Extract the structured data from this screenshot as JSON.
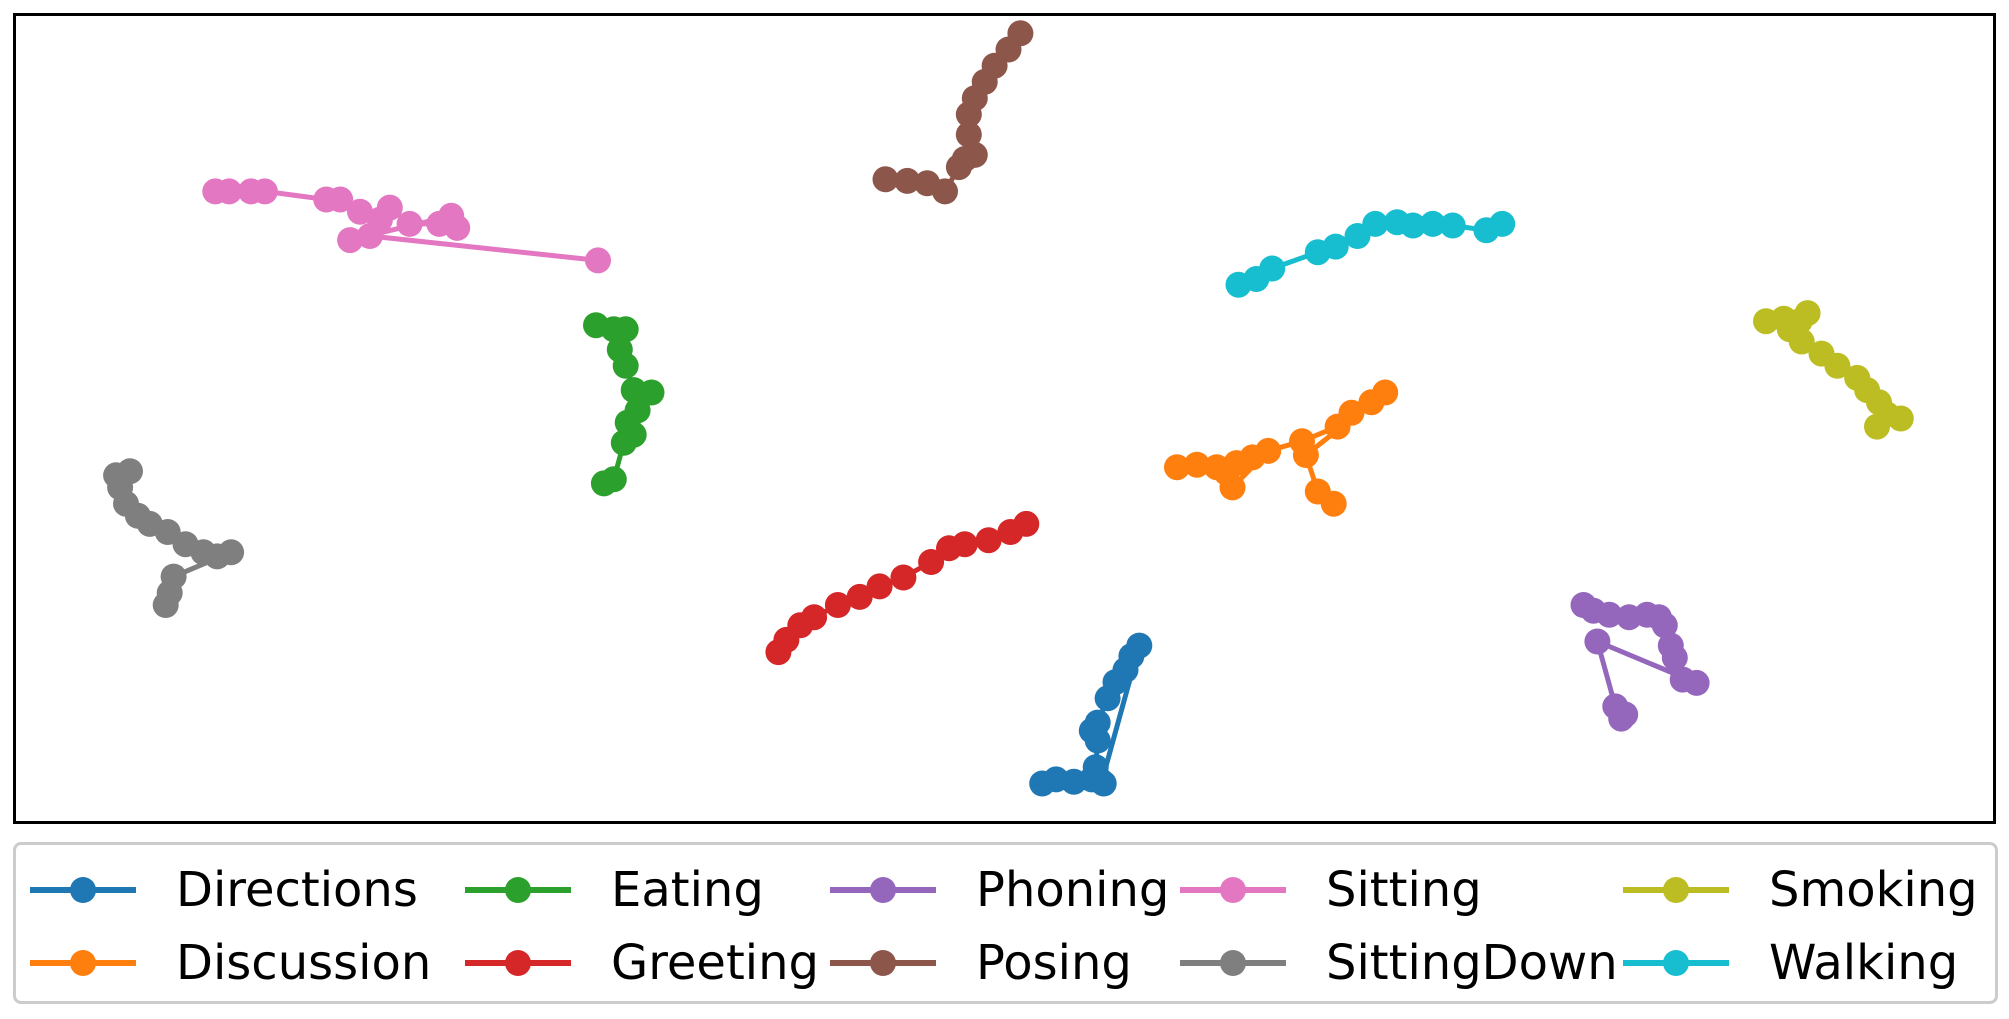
{
  "chart_data": {
    "type": "line",
    "xlabel": "",
    "ylabel": "",
    "xlim": [
      0,
      100
    ],
    "ylim": [
      0,
      100
    ],
    "grid": false,
    "axis_ticks": false,
    "markers": "circle",
    "legend_placement": "bottom",
    "legend_columns": 5,
    "series": [
      {
        "name": "Directions",
        "color": "#1f77b4",
        "x": [
          51.9,
          52.6,
          53.5,
          54.4,
          54.6,
          54.7,
          54.4,
          54.7,
          55.2,
          55.6,
          56.1,
          56.4,
          56.8,
          54.9,
          55.0
        ],
        "y": [
          5.0,
          5.5,
          5.2,
          5.5,
          7.0,
          10.3,
          11.5,
          12.5,
          15.5,
          17.5,
          19.0,
          20.7,
          22.0,
          5.2,
          5.0
        ]
      },
      {
        "name": "Discussion",
        "color": "#ff7f0e",
        "x": [
          58.7,
          59.7,
          60.7,
          61.7,
          62.5,
          61.2,
          61.5,
          63.3,
          65.0,
          66.8,
          67.5,
          68.5,
          69.2,
          65.2,
          65.8,
          66.6
        ],
        "y": [
          44.0,
          44.3,
          44.0,
          44.5,
          45.2,
          43.3,
          41.5,
          46.0,
          47.2,
          49.0,
          50.7,
          52.0,
          53.2,
          45.5,
          41.0,
          39.5
        ]
      },
      {
        "name": "Eating",
        "color": "#2ca02c",
        "x": [
          29.4,
          30.3,
          30.9,
          30.6,
          30.9,
          31.3,
          32.2,
          31.5,
          31.0,
          31.3,
          30.8,
          30.3,
          29.8
        ],
        "y": [
          61.5,
          61.0,
          61.0,
          58.5,
          56.5,
          53.5,
          53.2,
          51.0,
          49.5,
          48.0,
          47.0,
          42.5,
          42.0
        ]
      },
      {
        "name": "Greeting",
        "color": "#d62728",
        "x": [
          38.6,
          39.0,
          39.7,
          40.4,
          41.6,
          42.7,
          43.7,
          44.9,
          46.3,
          47.2,
          48.0,
          49.2,
          50.3,
          51.1
        ],
        "y": [
          21.2,
          22.7,
          24.5,
          25.5,
          27.0,
          28.0,
          29.3,
          30.4,
          32.3,
          34.0,
          34.5,
          35.0,
          36.0,
          37.0
        ]
      },
      {
        "name": "Phoning",
        "color": "#9467bd",
        "x": [
          79.2,
          79.7,
          80.5,
          81.5,
          82.4,
          83.0,
          83.3,
          83.6,
          83.8,
          84.2,
          84.9,
          79.9,
          80.8,
          81.1,
          81.3
        ],
        "y": [
          27.0,
          26.3,
          25.8,
          25.5,
          25.8,
          25.5,
          24.5,
          22.0,
          20.5,
          17.8,
          17.4,
          22.5,
          14.5,
          13.0,
          13.5
        ]
      },
      {
        "name": "Posing",
        "color": "#8c564b",
        "x": [
          44.0,
          45.1,
          46.1,
          47.0,
          47.7,
          48.0,
          48.5,
          48.2,
          48.2,
          48.5,
          49.0,
          49.5,
          50.2,
          50.8
        ],
        "y": [
          79.5,
          79.3,
          79.0,
          78.0,
          81.0,
          82.0,
          82.5,
          85.0,
          87.5,
          89.5,
          91.5,
          93.5,
          95.5,
          97.5
        ]
      },
      {
        "name": "Sitting",
        "color": "#e377c2",
        "x": [
          10.2,
          10.9,
          12.0,
          12.7,
          15.8,
          16.5,
          17.5,
          18.5,
          19.0,
          20.0,
          21.5,
          22.4,
          22.1,
          17.0,
          18.0,
          29.5
        ],
        "y": [
          78.0,
          78.0,
          78.0,
          78.0,
          77.0,
          77.0,
          75.5,
          74.5,
          76.0,
          74.0,
          74.0,
          73.5,
          75.0,
          72.0,
          72.5,
          69.5
        ]
      },
      {
        "name": "SittingDown",
        "color": "#7f7f7f",
        "x": [
          5.2,
          5.9,
          5.4,
          5.7,
          6.3,
          6.9,
          7.8,
          8.7,
          9.6,
          10.3,
          11.0,
          8.1,
          7.9,
          7.7
        ],
        "y": [
          43.0,
          43.5,
          41.5,
          39.5,
          38.0,
          37.0,
          36.0,
          34.5,
          33.5,
          33.0,
          33.5,
          30.5,
          28.5,
          27.0
        ]
      },
      {
        "name": "Smoking",
        "color": "#bcbd22",
        "x": [
          88.4,
          89.3,
          90.1,
          90.5,
          89.6,
          90.2,
          91.2,
          92.0,
          93.0,
          93.5,
          94.1,
          94.5,
          95.2,
          94.0
        ],
        "y": [
          62.0,
          62.3,
          62.0,
          63.0,
          61.0,
          59.5,
          58.0,
          56.5,
          55.0,
          53.5,
          52.0,
          50.5,
          50.0,
          49.0
        ]
      },
      {
        "name": "Walking",
        "color": "#17becf",
        "x": [
          61.8,
          62.7,
          63.5,
          65.8,
          66.7,
          67.8,
          68.7,
          69.8,
          70.6,
          71.6,
          72.6,
          74.3,
          75.1
        ],
        "y": [
          66.5,
          67.2,
          68.5,
          70.5,
          71.2,
          72.5,
          74.0,
          74.2,
          73.8,
          74.0,
          73.8,
          73.2,
          74.0
        ]
      }
    ]
  }
}
